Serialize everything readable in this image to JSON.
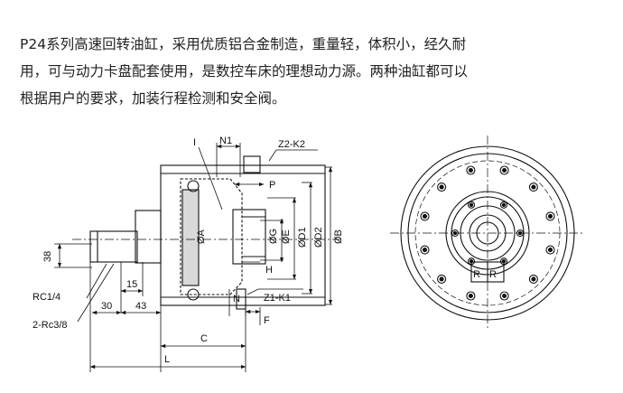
{
  "description_lines": [
    "P24系列高速回转油缸，采用优质铝合金制造，重量轻，体积小，经久耐",
    "用，可与动力卡盘配套使用，是数控车床的理想动力源。两种油缸都可以",
    "根据用户的要求，加装行程检测和安全阀。"
  ],
  "labels": {
    "I": "I",
    "N1": "N1",
    "Z2K2": "Z2-K2",
    "P": "P",
    "A": "ØA",
    "G": "ØG",
    "E": "ØE",
    "D1": "ØD1",
    "D2": "ØD2",
    "B": "ØB",
    "H": "H",
    "N": "N",
    "Z1K1": "Z1-K1",
    "F": "F",
    "C": "C",
    "L": "L",
    "dim38": "38",
    "dim15": "15",
    "dim30": "30",
    "dim43": "43",
    "RC14": "RC1/4",
    "RC38": "2-Rc3/8",
    "R_left": "R",
    "R_right": "R"
  }
}
